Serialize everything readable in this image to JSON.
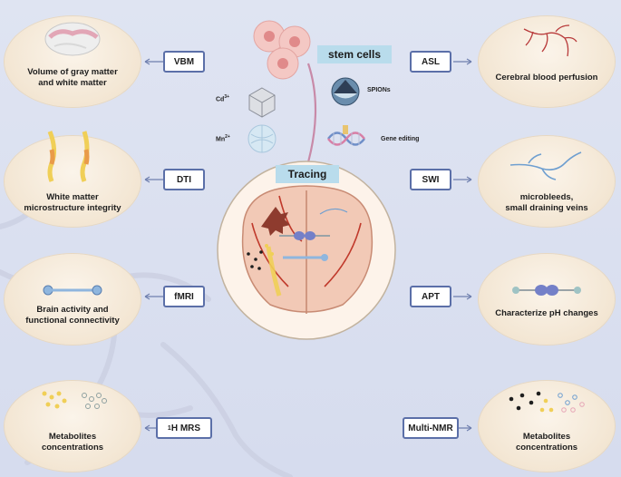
{
  "center": {
    "stem_cells": "stem cells",
    "tracing": "Tracing",
    "cd_label": "Cd",
    "cd_charge": "3+",
    "mn_label": "Mn",
    "mn_charge": "2+",
    "spions": "SPIONs",
    "gene_editing": "Gene editing"
  },
  "left": [
    {
      "tag": "VBM",
      "label_line1": "Volume of gray matter",
      "label_line2": "and white matter"
    },
    {
      "tag": "DTI",
      "label_line1": "White matter",
      "label_line2": "microstructure integrity"
    },
    {
      "tag": "fMRI",
      "label_line1": "Brain activity and",
      "label_line2": "functional connectivity"
    },
    {
      "tag_sup": "1",
      "tag": "H MRS",
      "label_line1": "Metabolites",
      "label_line2": "concentrations"
    }
  ],
  "right": [
    {
      "tag": "ASL",
      "label_line1": "Cerebral blood perfusion",
      "label_line2": ""
    },
    {
      "tag": "SWI",
      "label_line1": "microbleeds,",
      "label_line2": "small draining veins"
    },
    {
      "tag": "APT",
      "label_line1": "Characterize pH changes",
      "label_line2": ""
    },
    {
      "tag": "Multi-NMR",
      "label_line1": "Metabolites",
      "label_line2": "concentrations"
    }
  ],
  "colors": {
    "tag_border": "#5b6fa8",
    "arrow": "#6f7fae",
    "oval_fill": "#f3e6d3",
    "banner": "#b9dcec",
    "brain": "#f2c9b6",
    "vessel": "#c0392b"
  }
}
